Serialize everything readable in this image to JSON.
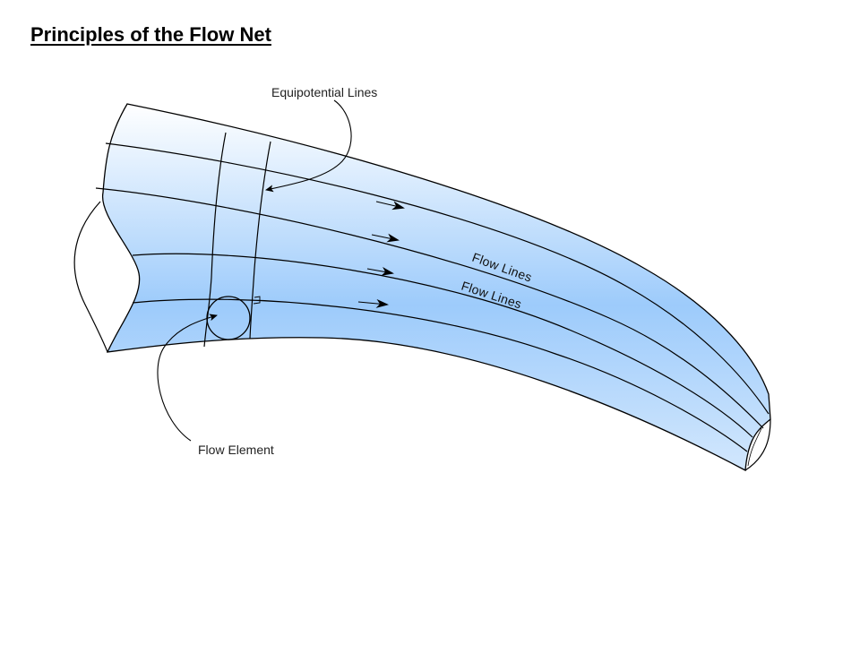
{
  "title": "Principles of the Flow Net",
  "labels": {
    "equipotential": "Equipotential Lines",
    "flow_lines_upper": "Flow Lines",
    "flow_lines_lower": "Flow Lines",
    "flow_element": "Flow Element"
  },
  "colors": {
    "channel_fill_light": "#ffffff",
    "channel_fill_dark": "#9dcbfb",
    "line": "#000000"
  }
}
